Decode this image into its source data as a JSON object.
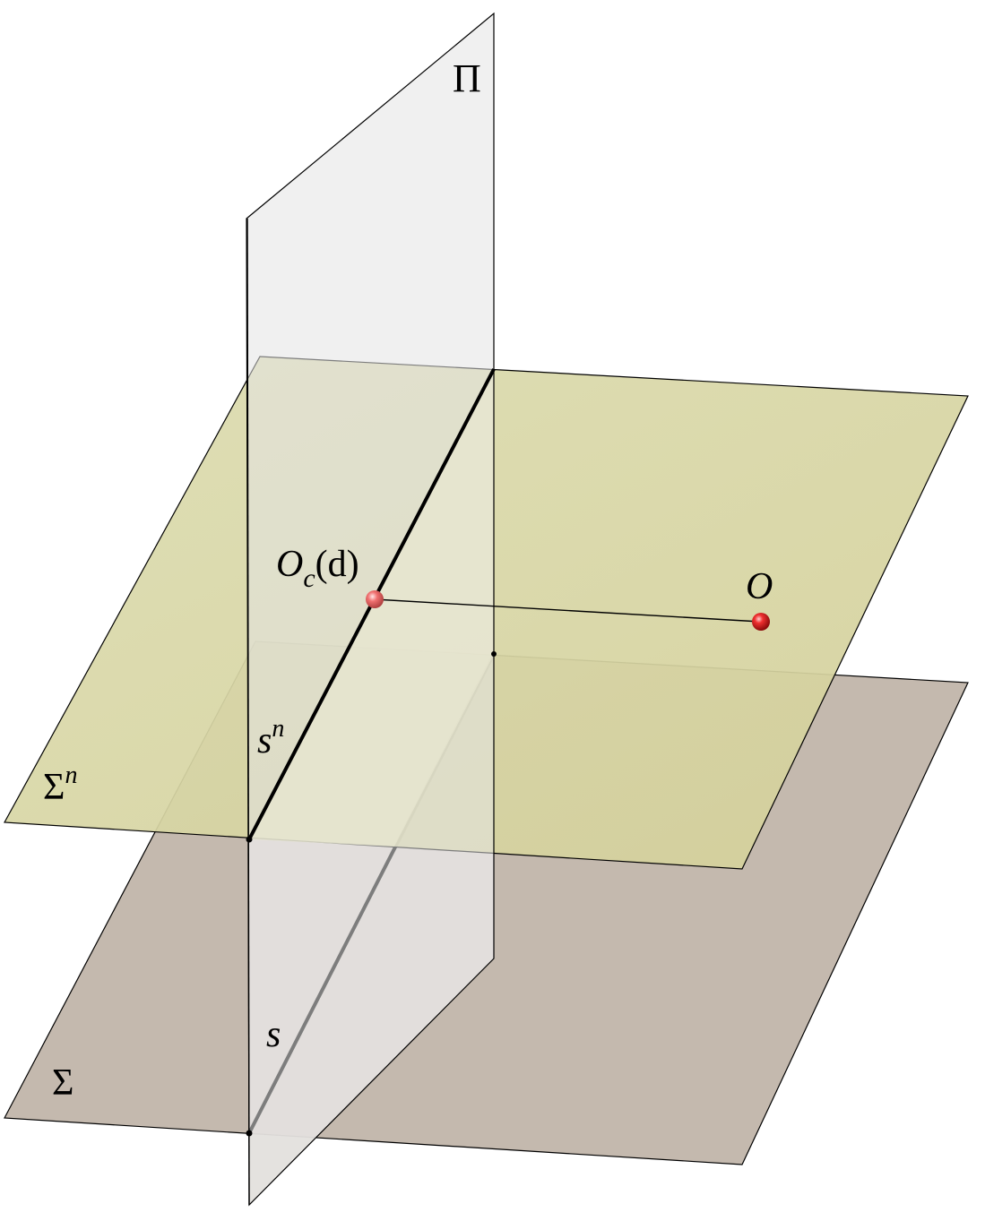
{
  "labels": {
    "plane_pi": "Π",
    "plane_sigma_n_base": "Σ",
    "plane_sigma_n_sup": "n",
    "plane_sigma": "Σ",
    "line_s_n_base": "s",
    "line_s_n_sup": "n",
    "line_s": "s",
    "point_oc_base": "O",
    "point_oc_sub": "c",
    "point_oc_suffix": "(d)",
    "point_o": "O"
  },
  "colors": {
    "plane_pi_fill": "#e3e3e3",
    "plane_sigma_n_fill": "#d6d5a5",
    "plane_sigma_fill": "#c4b9ae",
    "overlap_pi_sigma_n": "#e6e6b0",
    "line": "#000000",
    "point": "#e02020"
  }
}
